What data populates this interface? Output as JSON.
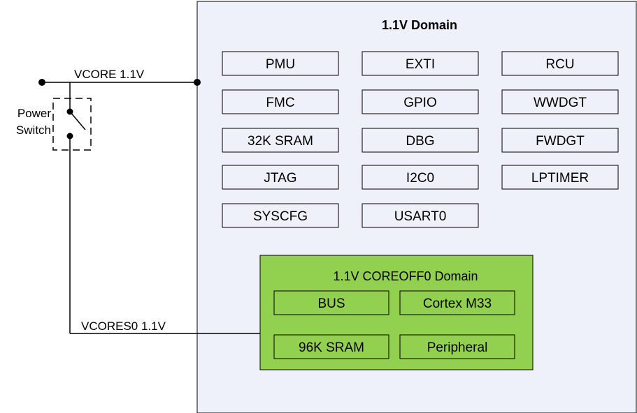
{
  "domain_title": "1.1V Domain",
  "vcore_label": "VCORE 1.1V",
  "vcores0_label": "VCORES0 1.1V",
  "power_switch": {
    "line1": "Power",
    "line2": "Switch"
  },
  "domain_blocks": [
    "PMU",
    "EXTI",
    "RCU",
    "FMC",
    "GPIO",
    "WWDGT",
    "32K SRAM",
    "DBG",
    "FWDGT",
    "JTAG",
    "I2C0",
    "LPTIMER",
    "SYSCFG",
    "USART0"
  ],
  "coreoff": {
    "title": "1.1V COREOFF0 Domain",
    "blocks": [
      "BUS",
      "Cortex M33",
      "96K SRAM",
      "Peripheral"
    ]
  },
  "colors": {
    "domain_fill": "#eef1f9",
    "coreoff_fill": "#92d050",
    "line": "#000000"
  }
}
